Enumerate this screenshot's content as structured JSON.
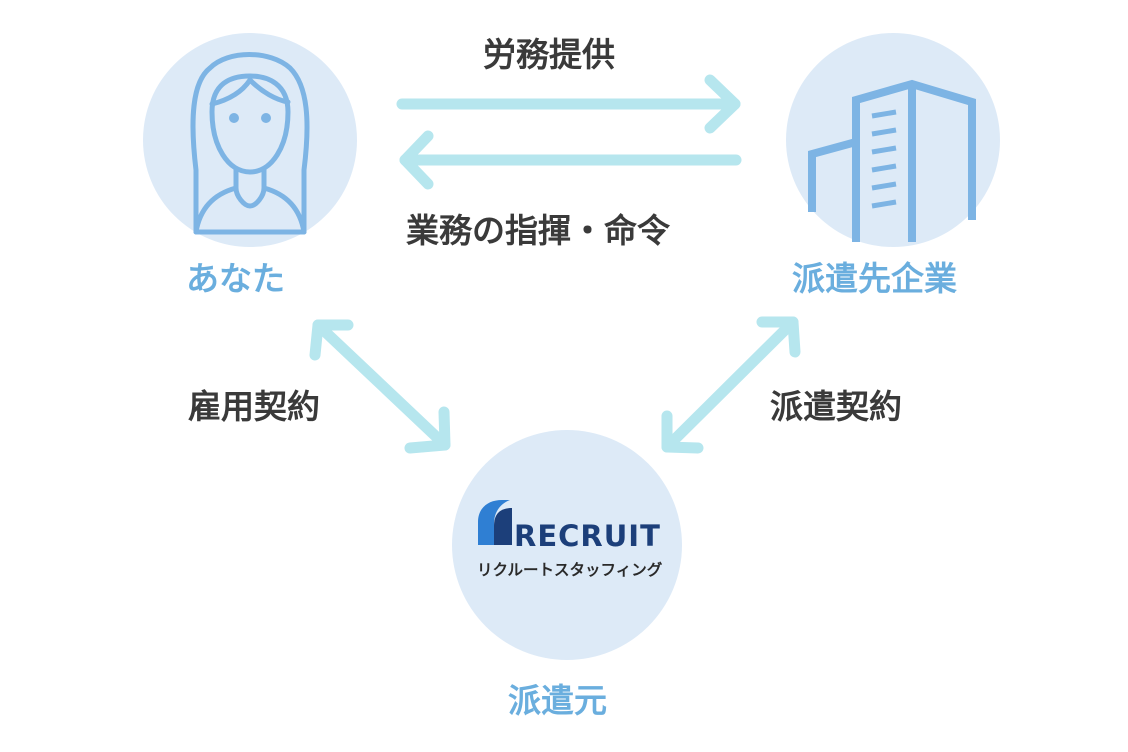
{
  "nodes": {
    "you": {
      "label": "あなた"
    },
    "client_company": {
      "label": "派遣先企業"
    },
    "agency": {
      "label": "派遣元",
      "logo_text": "RECRUIT",
      "logo_subtext": "リクルートスタッフィング"
    }
  },
  "relations": {
    "labor_provision": "労務提供",
    "work_direction": "業務の指揮・命令",
    "employment_contract": "雇用契約",
    "dispatch_contract": "派遣契約"
  },
  "colors": {
    "circle_fill": "#ddeaf7",
    "icon_stroke": "#7db4e4",
    "arrow": "#b6e6ee",
    "node_label": "#6aaede",
    "relation_label": "#3a3a3a",
    "logo_navy": "#1c3f7a",
    "logo_blue": "#2f7fd3"
  },
  "icons": {
    "you": "woman-avatar-icon",
    "client_company": "building-icon",
    "agency": "recruit-logo"
  }
}
